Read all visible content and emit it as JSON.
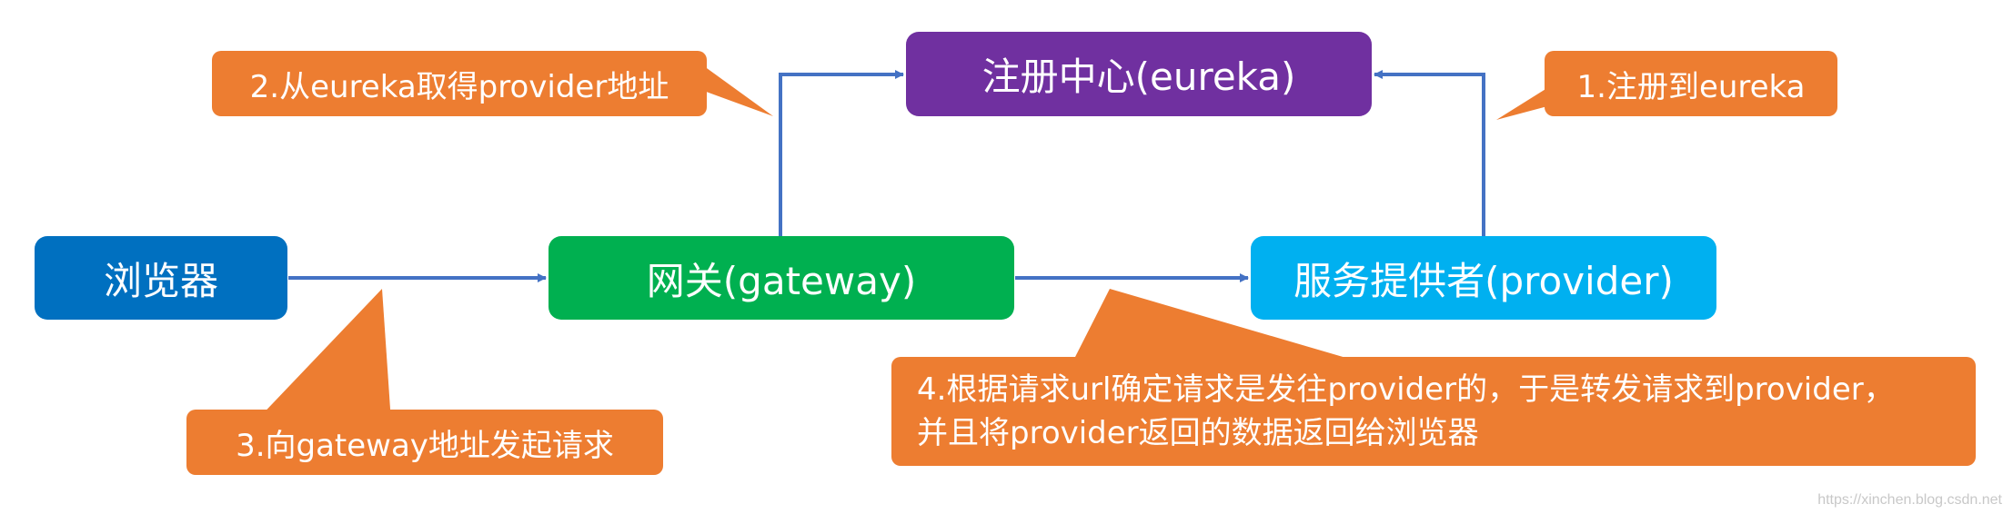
{
  "colors": {
    "registry": "#7030A0",
    "browser": "#0070C0",
    "gateway": "#00B050",
    "provider": "#00B0F0",
    "note": "#ED7D31",
    "arrow": "#4472C4"
  },
  "nodes": {
    "registry": "注册中心(eureka)",
    "browser": "浏览器",
    "gateway": "网关(gateway)",
    "provider": "服务提供者(provider)"
  },
  "notes": {
    "step1": "1.注册到eureka",
    "step2": "2.从eureka取得provider地址",
    "step3": "3.向gateway地址发起请求",
    "step4_line1": "4.根据请求url确定请求是发往provider的，于是转发请求到provider，",
    "step4_line2": "并且将provider返回的数据返回给浏览器"
  },
  "watermark": "https://xinchen.blog.csdn.net"
}
